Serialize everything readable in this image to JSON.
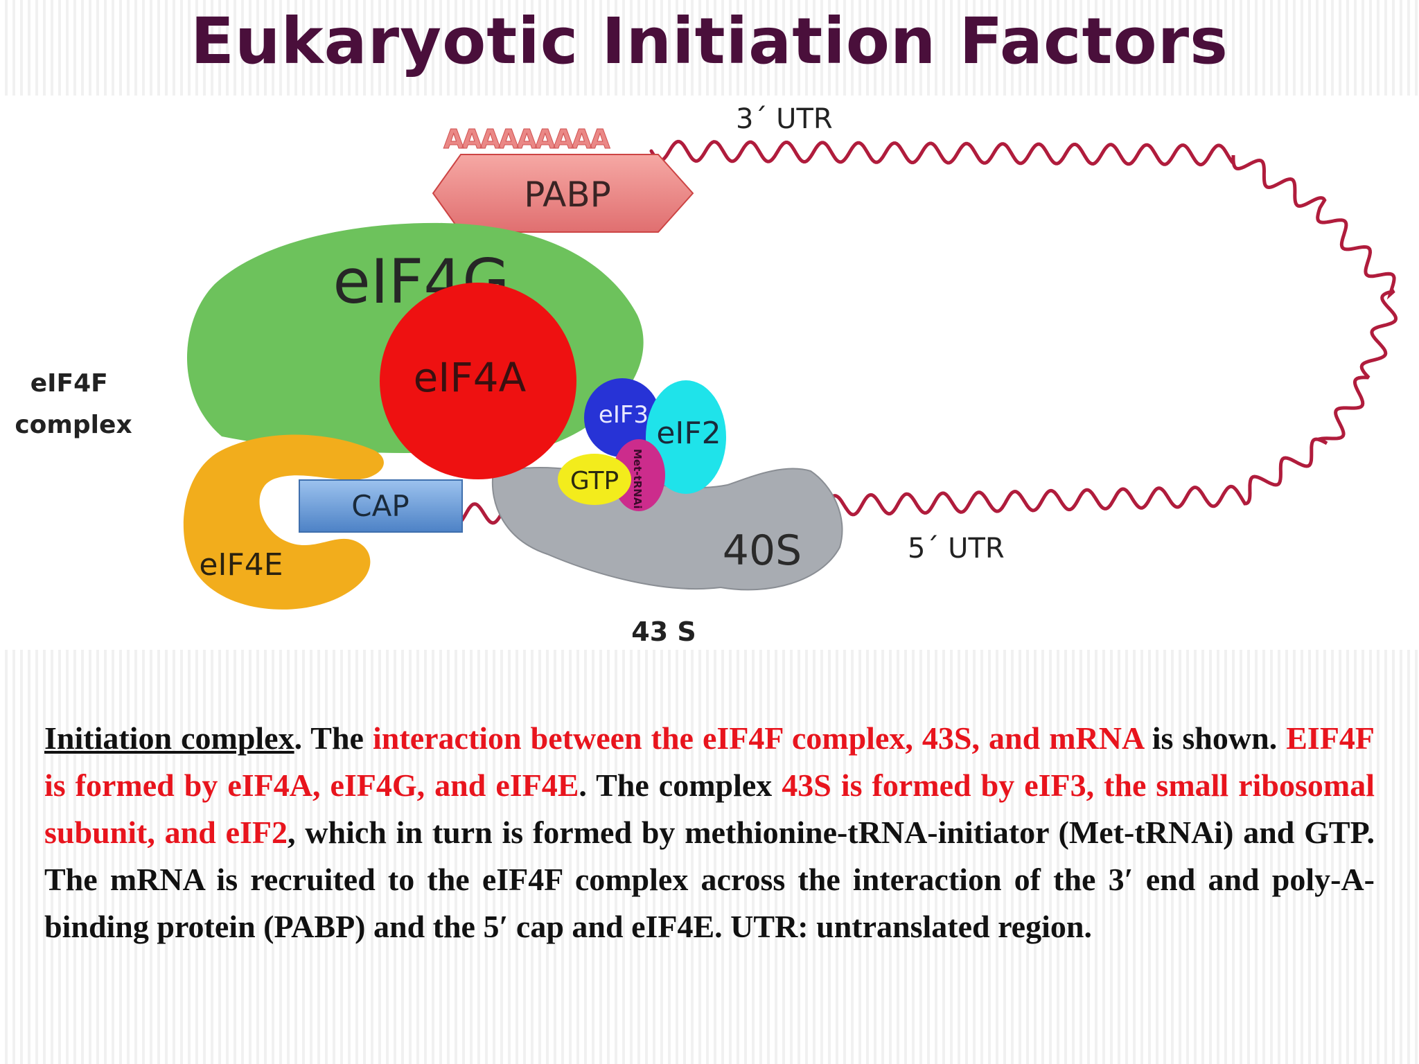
{
  "title": "Eukaryotic Initiation Factors",
  "diagram": {
    "poly_a": "AAAAAAAAA",
    "utr3": "3´ UTR",
    "utr5": "5´ UTR",
    "pabp": "PABP",
    "eif4g": "eIF4G",
    "eif4a": "eIF4A",
    "eif4f_line1": "eIF4F",
    "eif4f_line2": "complex",
    "eif3": "eIF3",
    "eif2": "eIF2",
    "gtp": "GTP",
    "met_trna": "Met-tRNAi",
    "cap": "CAP",
    "eif4e": "eIF4E",
    "s40": "40S",
    "s43": "43 S",
    "colors": {
      "eif4g": "#6dc25c",
      "eif4a": "#ee1111",
      "eif4e": "#f2ad1c",
      "eif3": "#2733d6",
      "eif2": "#1fe3ea",
      "gtp": "#f3ec1c",
      "met_trna": "#cc2c8c",
      "ribosome": "#a8acb2",
      "cap": "#6fa0d8",
      "pabp": "#ee8888",
      "mrna": "#b01c3c"
    }
  },
  "caption": {
    "s1": "Initiation complex",
    "s2": ". The ",
    "s3": "interaction between the eIF4F complex, 43S, and mRNA",
    "s4": " is shown. ",
    "s5": "EIF4F is formed by eIF4A, eIF4G, and eIF4E",
    "s6": ". The complex ",
    "s7": "43S is formed by eIF3, the small ribosomal subunit, and eIF2",
    "s8": ", which in turn is formed by methionine-tRNA-initiator (Met-tRNAi) and GTP. The mRNA is recruited to the eIF4F complex across the interaction of the 3′ end and poly-A-binding protein (PABP) and the 5′ cap and eIF4E. UTR: untranslated region."
  }
}
